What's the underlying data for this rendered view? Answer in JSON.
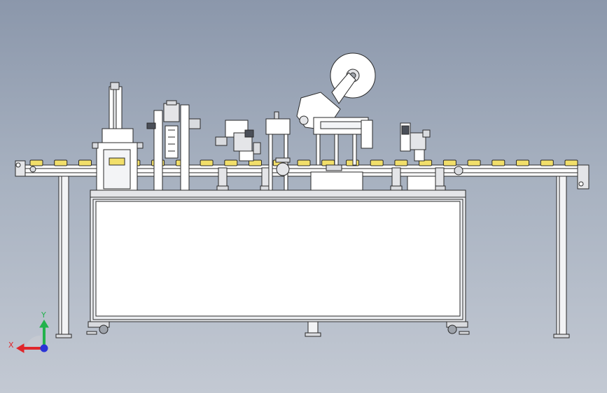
{
  "view": {
    "background_top": "#8b97ab",
    "background_bottom": "#c3c9d3",
    "line_color": "#2a2a2a",
    "part_fill": "#ffffff",
    "metal_fill": "#d9dbdf",
    "product_color": "#f2df6a",
    "product_count": 23
  },
  "triad": {
    "x_label": "X",
    "y_label": "Y",
    "x_color": "#e0262b",
    "y_color": "#22b24c",
    "z_color": "#2a34d6",
    "x_icon": "arrow-left-icon",
    "y_icon": "arrow-up-icon",
    "z_icon": "dot-origin-icon"
  }
}
